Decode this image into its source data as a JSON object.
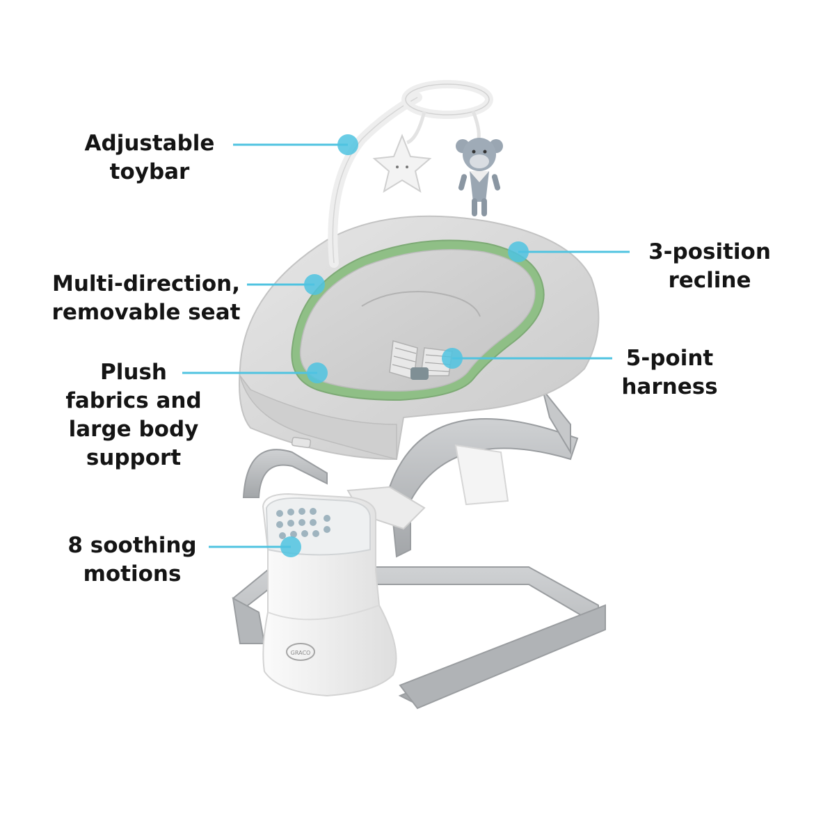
{
  "callouts": {
    "toybar": {
      "lines": [
        "Adjustable",
        "toybar"
      ]
    },
    "seat": {
      "lines": [
        "Multi-direction,",
        "removable seat"
      ]
    },
    "plush": {
      "lines": [
        "Plush",
        "fabrics and",
        "large body",
        "support"
      ]
    },
    "motions": {
      "lines": [
        "8 soothing",
        "motions"
      ]
    },
    "recline": {
      "lines": [
        "3-position",
        "recline"
      ]
    },
    "harness": {
      "lines": [
        "5-point",
        "harness"
      ]
    }
  },
  "brand": {
    "logo_text": "GRACO"
  },
  "colors": {
    "callout_accent": "#4fc3e0",
    "frame": "#b9bcbf",
    "fabric": "#d6d6d6",
    "trim": "#8fbf86",
    "base": "#f2f2f2"
  }
}
